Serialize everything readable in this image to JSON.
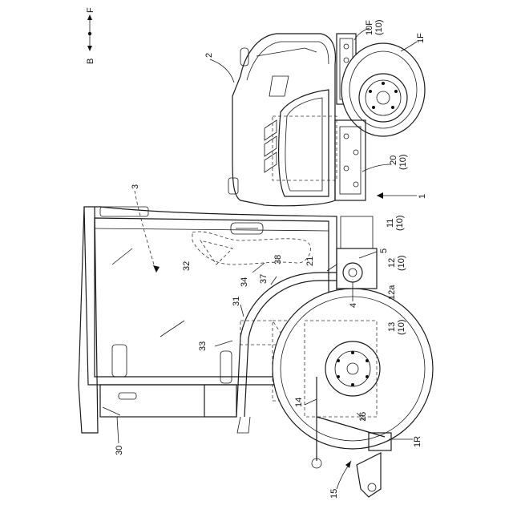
{
  "orientation": {
    "back": "B",
    "front": "F"
  },
  "labels": {
    "l2": "2",
    "l10f": "10F",
    "l10f_sub": "(10)",
    "l1f": "1F",
    "l20": "20",
    "l20_sub": "(10)",
    "l1": "1",
    "l3": "3",
    "l11": "11",
    "l11_sub": "(10)",
    "l5": "5",
    "l12": "12",
    "l12_sub": "(10)",
    "l12a": "12a",
    "l21": "21",
    "l38": "38",
    "l32": "32",
    "l34": "34",
    "l37": "37",
    "l4": "4",
    "l31": "31",
    "l13": "13",
    "l13_sub": "(10)",
    "l33": "33",
    "l14": "14",
    "l16": "16",
    "l1r": "1R",
    "l30": "30",
    "l15": "15"
  }
}
